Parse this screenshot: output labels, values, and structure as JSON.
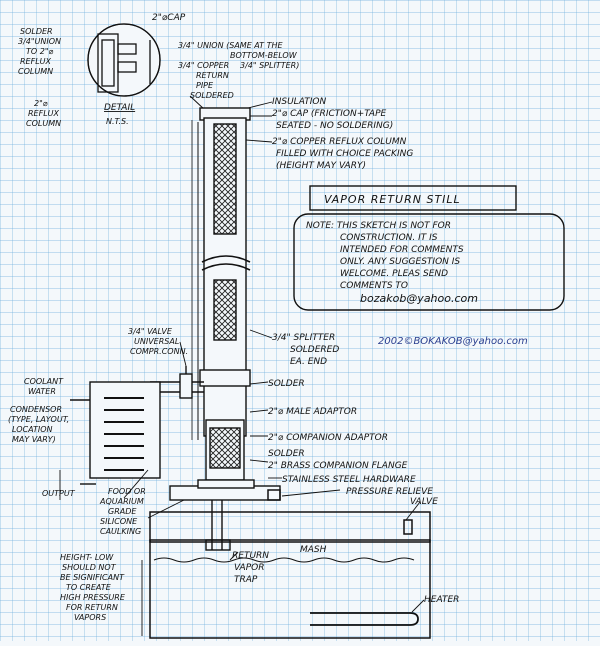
{
  "colors": {
    "grid": "#6fb0dd",
    "ink": "#111111",
    "blue_ink": "#2b3f8f",
    "paper": "#f4f8fb"
  },
  "title_box": "VAPOR RETURN STILL",
  "note": {
    "lines": [
      "NOTE: THIS SKETCH IS NOT FOR",
      "CONSTRUCTION. IT IS",
      "INTENDED FOR COMMENTS",
      "ONLY. ANY SUGGESTION IS",
      "WELCOME. PLEAS SEND",
      "COMMENTS TO"
    ],
    "email": "bozakob@yahoo.com"
  },
  "credit": "2002©BOKAKOB@yahoo.com",
  "detail": {
    "cap": "2\"⌀CAP",
    "solder_union": [
      "SOLDER",
      "3/4\"UNION",
      "TO 2\"⌀",
      "REFLUX",
      "COLUMN"
    ],
    "union": [
      "3/4\" UNION (SAME AT THE",
      "BOTTOM-BELOW",
      "3/4\" SPLITTER)"
    ],
    "copper_return": [
      "3/4\" COPPER",
      "RETURN",
      "PIPE",
      "SOLDERED"
    ],
    "reflux_column": [
      "2\"⌀",
      "REFLUX",
      "COLUMN"
    ],
    "detail_title": "DETAIL",
    "nts": "N.T.S."
  },
  "labels": {
    "insulation": "INSULATION",
    "cap": [
      "2\"⌀ CAP (FRICTION+TAPE",
      "SEATED - NO SOLDERING)"
    ],
    "copper_column": [
      "2\"⌀ COPPER REFLUX COLUMN",
      "FILLED WITH CHOICE PACKING",
      "(HEIGHT MAY VARY)"
    ],
    "valve": [
      "3/4\" VALVE",
      "UNIVERSAL",
      "COMPR.CONN."
    ],
    "splitter": [
      "3/4\" SPLITTER",
      "SOLDERED",
      "EA. END"
    ],
    "coolant": [
      "COOLANT",
      "WATER"
    ],
    "condensor": [
      "CONDENSOR",
      "(TYPE, LAYOUT,",
      "LOCATION",
      "MAY VARY)"
    ],
    "solder1": "SOLDER",
    "male_adaptor": "2\"⌀ MALE ADAPTOR",
    "companion_adaptor": "2\"⌀ COMPANION ADAPTOR",
    "solder2": "SOLDER",
    "flange": "2\" BRASS COMPANION FLANGE",
    "hardware": "STAINLESS STEEL HARDWARE",
    "pressure_valve": [
      "PRESSURE RELIEVE",
      "VALVE"
    ],
    "output": "OUTPUT",
    "caulking": [
      "FOOD OR",
      "AQUARIUM",
      "GRADE",
      "SILICONE",
      "CAULKING"
    ],
    "return_trap": [
      "RETURN",
      "VAPOR",
      "TRAP"
    ],
    "mash": "MASH",
    "height_note": [
      "HEIGHT- LOW",
      "SHOULD NOT",
      "BE SIGNIFICANT",
      "TO CREATE",
      "HIGH PRESSURE",
      "FOR RETURN",
      "VAPORS"
    ],
    "heater": "HEATER"
  }
}
